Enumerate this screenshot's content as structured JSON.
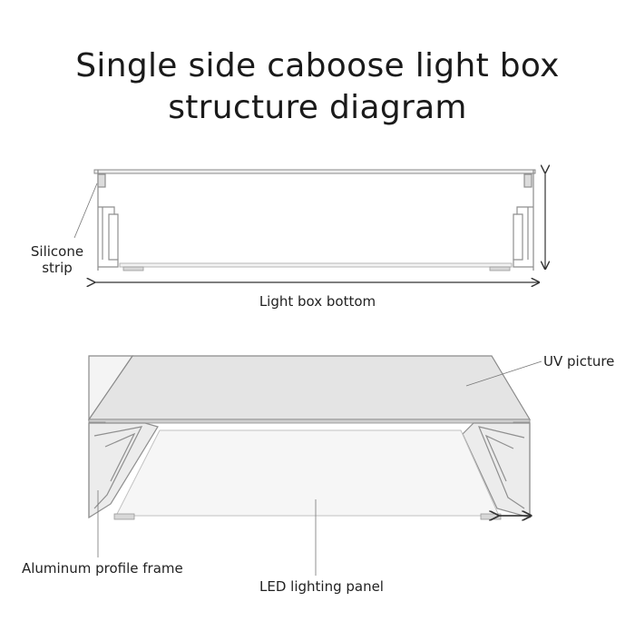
{
  "title_line1": "Single side caboose light box",
  "title_line2": "structure diagram",
  "labels": {
    "silicone_line1": "Silicone",
    "silicone_line2": "strip",
    "light_box_bottom": "Light box bottom",
    "uv_picture": "UV picture",
    "aluminum_profile_frame": "Aluminum profile frame",
    "led_lighting_panel": "LED lighting panel"
  },
  "colors": {
    "frame_stroke": "#9a9a9a",
    "dark_line": "#444444",
    "uv_panel_fill": "#e4e4e4",
    "led_panel_fill": "#f2f2f2"
  }
}
